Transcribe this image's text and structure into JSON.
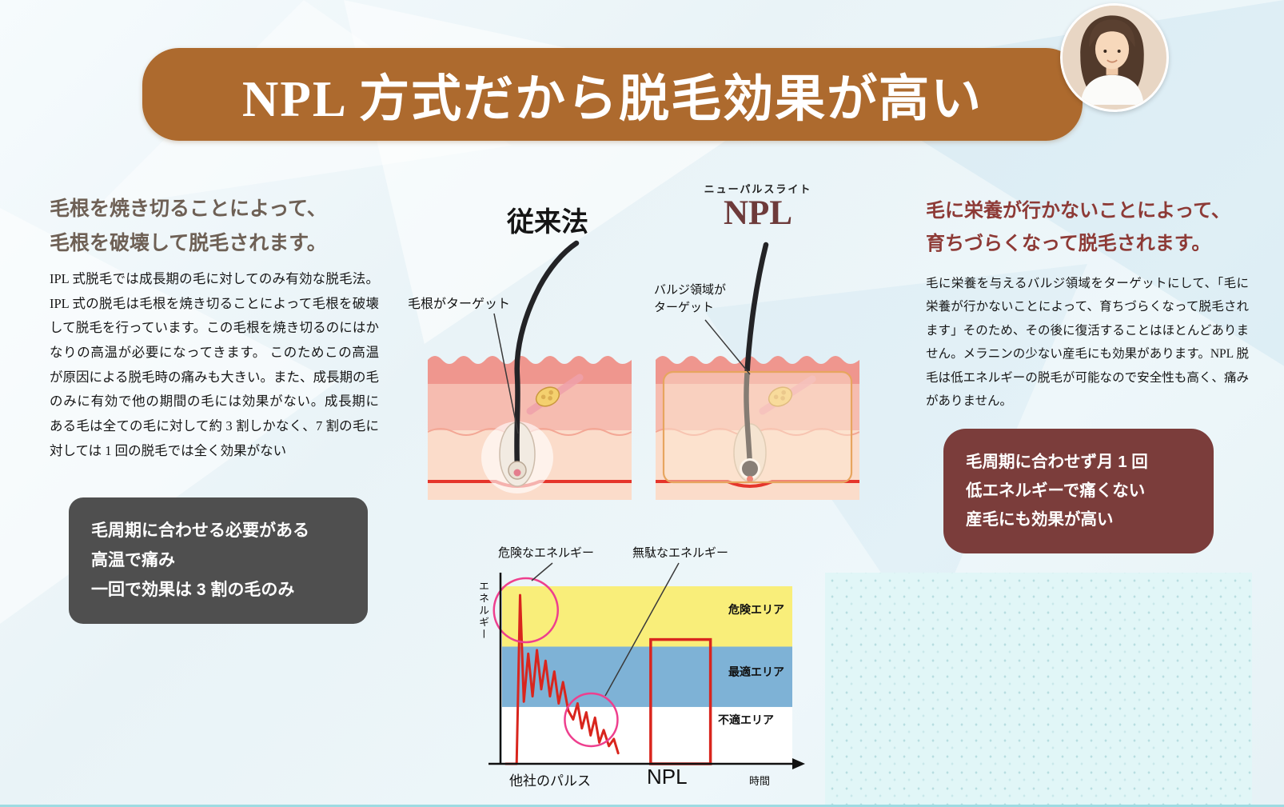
{
  "colors": {
    "banner_bg": "#ad6a2e",
    "gray_box_bg": "#4f4f4f",
    "maroon_box_bg": "#7b3d3b",
    "right_heading": "#8d3a36",
    "npl_title": "#6d3a3a",
    "pulse_red": "#d9251d",
    "highlight_pink": "#ee3f8e",
    "zone_danger": "#f9ee7a",
    "zone_optimal": "#7eb2d6"
  },
  "header": {
    "title": "NPL 方式だから脱毛効果が高い"
  },
  "left_column": {
    "heading_lines": [
      "毛根を焼き切ることによって、",
      "毛根を破壊して脱毛されます。"
    ],
    "body": "IPL 式脱毛では成長期の毛に対してのみ有効な脱毛法。IPL 式の脱毛は毛根を焼き切ることによって毛根を破壊して脱毛を行っています。この毛根を焼き切るのにはかなりの高温が必要になってきます。 このためこの高温が原因による脱毛時の痛みも大きい。また、成長期の毛のみに有効で他の期間の毛には効果がない。成長期にある毛は全ての毛に対して約 3 割しかなく、7 割の毛に対しては 1 回の脱毛では全く効果がない",
    "summary_box": {
      "lines": [
        "毛周期に合わせる必要がある",
        "高温で痛み",
        "一回で効果は 3 割の毛のみ"
      ]
    }
  },
  "diagrams": {
    "conventional": {
      "title": "従来法",
      "callout": "毛根がターゲット"
    },
    "npl": {
      "ruby": "ニューパルスライト",
      "title": "NPL",
      "callout_lines": [
        "バルジ領域が",
        "ターゲット"
      ]
    }
  },
  "right_column": {
    "heading_lines": [
      "毛に栄養が行かないことによって、",
      "育ちづらくなって脱毛されます。"
    ],
    "body": "毛に栄養を与えるバルジ領域をターゲットにして、「毛に栄養が行かないことによって、育ちづらくなって脱毛されます」そのため、その後に復活することはほとんどありません。メラニンの少ない産毛にも効果があります。NPL 脱毛は低エネルギーの脱毛が可能なので安全性も高く、痛みがありません。",
    "summary_box": {
      "lines": [
        "毛周期に合わせず月 1 回",
        "低エネルギーで痛くない",
        "産毛にも効果が高い"
      ]
    }
  },
  "chart_data": {
    "type": "line",
    "title": "",
    "xlabel": "時間",
    "ylabel": "エネルギー",
    "annotations": {
      "danger_energy": "危険なエネルギー",
      "wasted_energy": "無駄なエネルギー"
    },
    "zones": [
      {
        "label": "危険エリア",
        "color": "#f9ee7a",
        "energy_range": [
          66,
          100
        ]
      },
      {
        "label": "最適エリア",
        "color": "#7eb2d6",
        "energy_range": [
          32,
          66
        ]
      },
      {
        "label": "不適エリア",
        "color": "#ffffff",
        "energy_range": [
          0,
          32
        ]
      }
    ],
    "series": [
      {
        "name": "他社のパルス",
        "type": "jagged-line",
        "color": "#d9251d",
        "points": [
          [
            0.013,
            0
          ],
          [
            0.05,
            0
          ],
          [
            0.062,
            95
          ],
          [
            0.075,
            35
          ],
          [
            0.09,
            62
          ],
          [
            0.105,
            38
          ],
          [
            0.12,
            64
          ],
          [
            0.135,
            42
          ],
          [
            0.15,
            58
          ],
          [
            0.165,
            38
          ],
          [
            0.18,
            52
          ],
          [
            0.195,
            34
          ],
          [
            0.21,
            46
          ],
          [
            0.228,
            30
          ],
          [
            0.245,
            25
          ],
          [
            0.26,
            34
          ],
          [
            0.275,
            20
          ],
          [
            0.29,
            29
          ],
          [
            0.305,
            16
          ],
          [
            0.32,
            26
          ],
          [
            0.335,
            12
          ],
          [
            0.35,
            19
          ],
          [
            0.368,
            10
          ],
          [
            0.385,
            14
          ],
          [
            0.4,
            6
          ]
        ]
      },
      {
        "name": "NPL",
        "type": "square-pulse",
        "color": "#d9251d",
        "x_start": 0.512,
        "x_end": 0.718,
        "height": 70
      }
    ],
    "highlight_circles": [
      {
        "x": 0.082,
        "energy": 86.5,
        "radius": 40
      },
      {
        "x": 0.307,
        "energy": 24.8,
        "radius": 33
      }
    ],
    "ylim_note": "qualitative energy scale 0-100, no numeric ticks shown"
  }
}
